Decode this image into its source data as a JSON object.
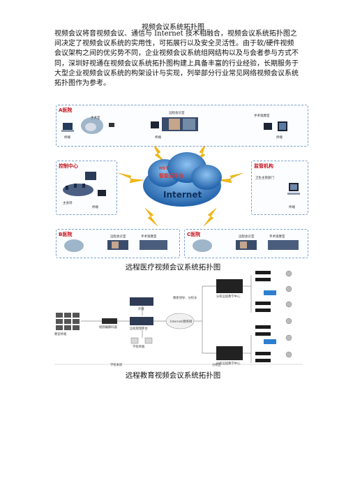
{
  "doc": {
    "title": "视频会议系统拓扑图",
    "paragraph_lines": [
      "视频会议将音视频会议、通信与 Internet 技术相融合，视频会议系统拓扑图之",
      "间决定了视频会议系统的实用性，可拓展行以及安全灵活性。由于软/硬件视频",
      "会议架构之间的优劣势不同，企业视频会议系统组网结构以及与会者参与方式不",
      "同，深圳好视通在视频会议系统拓扑图构建上具备丰富的行业经验，长期服务于",
      "大型企业视频会议系统的构架设计与实现，列举部分行业常见网络视频会议系统",
      "拓扑图作为参考。"
    ],
    "caption1": "远程医疗视频会议系统拓扑图",
    "caption2": "远程教育视频会议系统拓扑图"
  },
  "figure1": {
    "panel_a": "A医院",
    "panel_b": "B医院",
    "panel_c": "C医院",
    "control": "控制中心",
    "supervise": "监管机构",
    "cloud_line1": "HST",
    "cloud_line2": "智能云平台",
    "cloud_internet": "Internet",
    "top_labels": [
      "手术室",
      "远程会诊室",
      "手术观摩室"
    ],
    "terminal": "终端",
    "main_venue": "主会场",
    "health_dept": "卫生主管部门",
    "b_labels": [
      "远程会诊室",
      "手术观摩室"
    ],
    "c_labels": [
      "远程会诊室",
      "手术观摩室"
    ],
    "colors": {
      "label_red": "#c4121a",
      "cloud_blue": "#1f5fa8",
      "bolt": "#f2b90f",
      "panel_border": "#7aa0c8"
    }
  },
  "figure2": {
    "left_room": "教室终端",
    "codec": "视频编解码器",
    "server1": "存储",
    "server2": "远程管理平台",
    "pc": "学校终端",
    "cloud": "Internet/教育网",
    "top_note": "教委领导、分校长",
    "branch1": "分校远程教学中心",
    "branch2": "分校远程教学中心",
    "bottom_left": "学校本部",
    "bottom_right": "分校区"
  }
}
